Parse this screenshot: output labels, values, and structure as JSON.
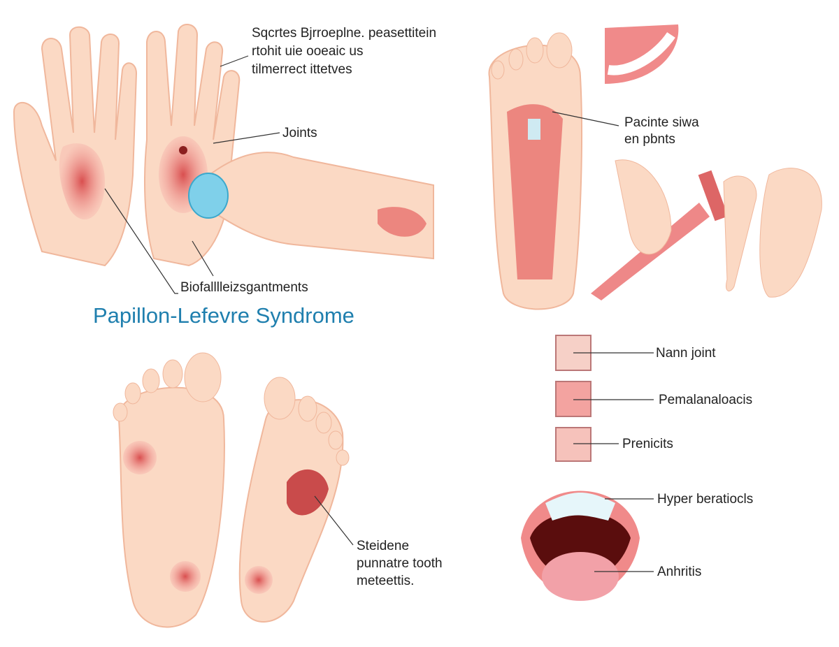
{
  "title": "Papillon-Lefevre Syndrome",
  "labels": {
    "top_hands": [
      "Sqcrtes Bjrroeplne. peasettitein",
      "rtohit uie ooeaic us",
      "tilmerrect ittetves"
    ],
    "joints": "Joints",
    "hands_bottom": "Biofalllleizsgantments",
    "foot_right": [
      "Pacinte siwa",
      "en pbnts"
    ],
    "feet_bottom": [
      "Steidene",
      "punnatre tooth",
      "meteettis."
    ],
    "legend": [
      "Nann joint",
      "Pemalanaloacis",
      "Prenicits",
      "Hyper beratiocls",
      "Anhritis"
    ]
  },
  "colors": {
    "skin": "#fbd9c4",
    "skin_edge": "#f0b79c",
    "lesion": "#e8706e",
    "title": "#1f7fae",
    "ball": "#7fd0ea"
  }
}
